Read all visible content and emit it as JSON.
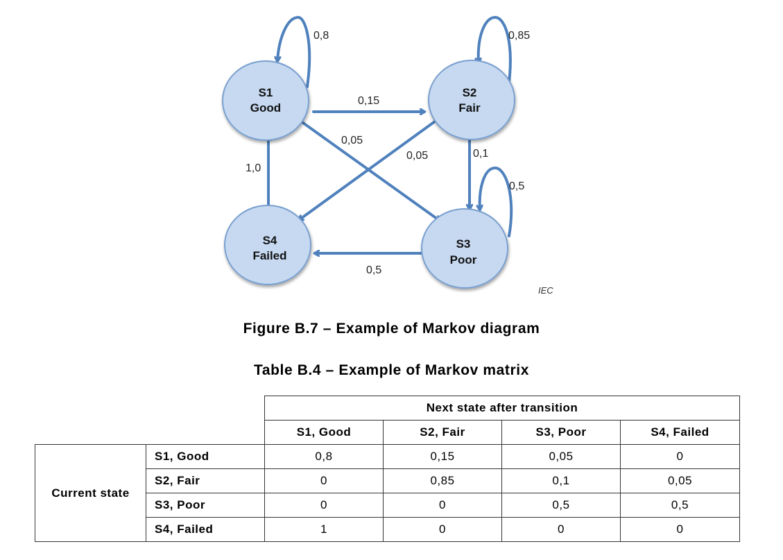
{
  "diagram": {
    "nodes": [
      {
        "id": "S1",
        "line1": "S1",
        "line2": "Good"
      },
      {
        "id": "S2",
        "line1": "S2",
        "line2": "Fair"
      },
      {
        "id": "S3",
        "line1": "S3",
        "line2": "Poor"
      },
      {
        "id": "S4",
        "line1": "S4",
        "line2": "Failed"
      }
    ],
    "edges": [
      {
        "from": "S1",
        "to": "S1",
        "label": "0,8"
      },
      {
        "from": "S1",
        "to": "S2",
        "label": "0,15"
      },
      {
        "from": "S1",
        "to": "S3",
        "label": "0,05"
      },
      {
        "from": "S2",
        "to": "S2",
        "label": "0,85"
      },
      {
        "from": "S2",
        "to": "S3",
        "label": "0,1"
      },
      {
        "from": "S2",
        "to": "S4",
        "label": "0,05"
      },
      {
        "from": "S3",
        "to": "S3",
        "label": "0,5"
      },
      {
        "from": "S3",
        "to": "S4",
        "label": "0,5"
      },
      {
        "from": "S4",
        "to": "S1",
        "label": "1,0"
      }
    ],
    "watermark": "IEC",
    "colors": {
      "node_fill": "#c6d9f1",
      "node_stroke": "#7aa0cf",
      "arrow": "#4f81bd"
    }
  },
  "figure_caption": "Figure B.7 – Example of Markov diagram",
  "table_caption": "Table B.4 – Example of Markov matrix",
  "table": {
    "next_state_header": "Next state after transition",
    "current_state_label": "Current state",
    "columns": [
      "S1, Good",
      "S2, Fair",
      "S3, Poor",
      "S4, Failed"
    ],
    "rows": [
      {
        "state": "S1, Good",
        "values": [
          "0,8",
          "0,15",
          "0,05",
          "0"
        ]
      },
      {
        "state": "S2, Fair",
        "values": [
          "0",
          "0,85",
          "0,1",
          "0,05"
        ]
      },
      {
        "state": "S3, Poor",
        "values": [
          "0",
          "0",
          "0,5",
          "0,5"
        ]
      },
      {
        "state": "S4, Failed",
        "values": [
          "1",
          "0",
          "0",
          "0"
        ]
      }
    ]
  }
}
